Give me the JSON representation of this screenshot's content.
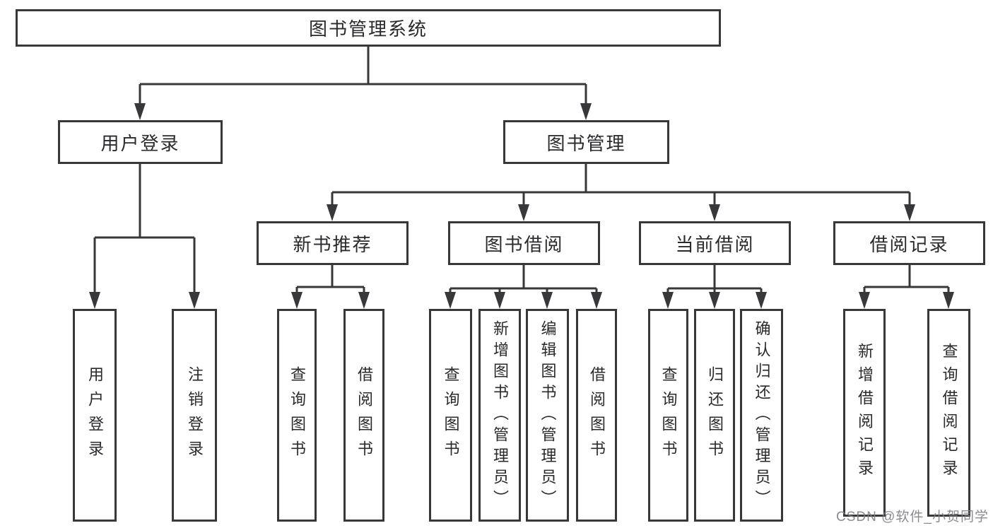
{
  "tree": {
    "label": "图书管理系统",
    "children": [
      {
        "label": "用户登录",
        "children": [
          {
            "label": "用户登录"
          },
          {
            "label": "注销登录"
          }
        ]
      },
      {
        "label": "图书管理",
        "children": [
          {
            "label": "新书推荐",
            "children": [
              {
                "label": "查询图书"
              },
              {
                "label": "借阅图书"
              }
            ]
          },
          {
            "label": "图书借阅",
            "children": [
              {
                "label": "查询图书"
              },
              {
                "label": "新增图书（管理员）"
              },
              {
                "label": "编辑图书（管理员）"
              },
              {
                "label": "借阅图书"
              }
            ]
          },
          {
            "label": "当前借阅",
            "children": [
              {
                "label": "查询图书"
              },
              {
                "label": "归还图书"
              },
              {
                "label": "确认归还（管理员）"
              }
            ]
          },
          {
            "label": "借阅记录",
            "children": [
              {
                "label": "新增借阅记录"
              },
              {
                "label": "查询借阅记录"
              }
            ]
          }
        ]
      }
    ]
  },
  "watermark": "CSDN @软件_小贺同学",
  "colors": {
    "line": "#38383a",
    "text": "#2a2a2c",
    "background": "#ffffff",
    "watermark": "#7d7d84"
  }
}
